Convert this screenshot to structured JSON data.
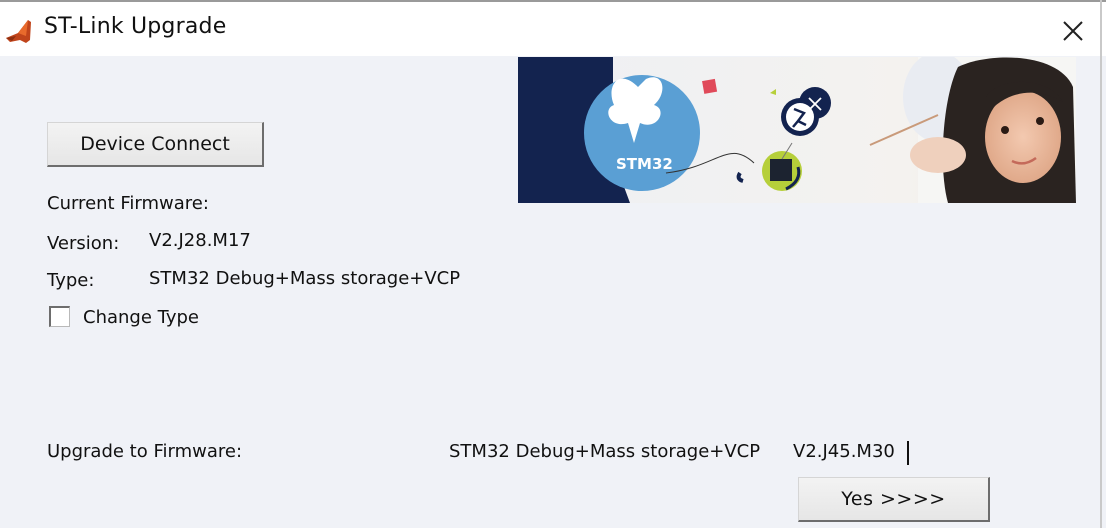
{
  "window": {
    "title": "ST-Link Upgrade",
    "app_icon": "st-butterfly-logo-icon",
    "close_icon": "close-icon"
  },
  "actions": {
    "device_connect_label": "Device Connect",
    "yes_label": "Yes >>>>"
  },
  "current_firmware": {
    "heading": "Current Firmware:",
    "version_label": "Version:",
    "version_value": "V2.J28.M17",
    "type_label": "Type:",
    "type_value": "STM32 Debug+Mass storage+VCP"
  },
  "change_type": {
    "label": "Change Type",
    "checked": false
  },
  "upgrade": {
    "label": "Upgrade to Firmware:",
    "type_value": "STM32 Debug+Mass storage+VCP",
    "version_value": "V2.J45.M30"
  },
  "banner": {
    "logo_text": "STM32",
    "colors": {
      "navy": "#13234f",
      "circle_blue": "#5a9fd4",
      "chip_green": "#b6cf3a",
      "accent_red": "#e04a5a"
    }
  }
}
